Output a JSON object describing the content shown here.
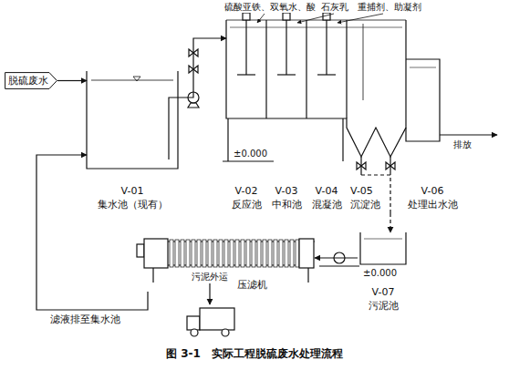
{
  "diagram": {
    "caption": "图 3-1　实际工程脱硫废水处理流程",
    "nodes": [
      {
        "text": [
          "脱硫废水"
        ]
      },
      {
        "text": [
          "V-01",
          "集水池（现有）"
        ]
      },
      {
        "text": [
          "V-02",
          "反应池"
        ]
      },
      {
        "text": [
          "V-03",
          "中和池"
        ]
      },
      {
        "text": [
          "V-04",
          "混凝池"
        ]
      },
      {
        "text": [
          "V-05",
          "沉淀池"
        ]
      },
      {
        "text": [
          "V-06",
          "处理出水池"
        ]
      },
      {
        "text": [
          "压滤机"
        ]
      },
      {
        "text": [
          "V-07",
          "污泥池"
        ]
      }
    ],
    "edges": [
      {
        "from": 0,
        "to": 1,
        "arrow": "to"
      },
      {
        "from": 1,
        "to": 2,
        "arrow": "to"
      },
      {
        "from": 5,
        "to": 8,
        "arrow": "to"
      },
      {
        "from": 8,
        "to": 7,
        "arrow": "to"
      },
      {
        "from": 7,
        "to": 1,
        "label": "滤液排至集水池",
        "arrow": "to"
      }
    ],
    "labels": [
      "硫酸亚铁、双氧水、酸",
      "石灰乳",
      "重捕剂、助凝剂",
      "排放",
      "±0.000",
      "±0.000",
      "污泥外运"
    ]
  }
}
